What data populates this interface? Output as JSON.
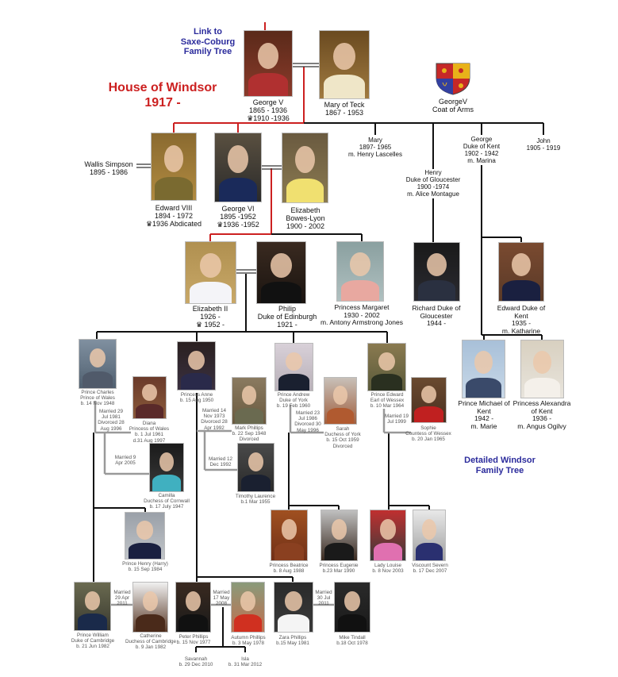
{
  "header": {
    "link_saxe_coburg": "Link to\nSaxe-Coburg\nFamily Tree",
    "title": "House of Windsor\n1917 -",
    "coat_of_arms_caption": "GeorgeV\nCoat of Arms",
    "link_detailed": "Detailed Windsor\nFamily Tree"
  },
  "colors": {
    "royal_line": "#cc2020",
    "line": "#111111",
    "marriage_line": "#999999",
    "link": "#2b2b9c"
  },
  "people": {
    "george_v": "George V\n1865 - 1936\n♛1910 -1936",
    "mary_of_teck": "Mary of Teck\n1867 - 1953",
    "wallis": "Wallis Simpson\n1895 - 1986",
    "edward_viii": "Edward VIII\n1894 - 1972\n♛1936 Abdicated",
    "george_vi": "George VI\n1895 -1952\n♛1936 -1952",
    "bowes_lyon": "Elizabeth\nBowes-Lyon\n1900 - 2002",
    "mary": "Mary\n1897- 1965\nm. Henry Lascelles",
    "henry": "Henry\nDuke of Gloucester\n1900 -1974\nm. Alice Montague",
    "george_kent": "George\nDuke of Kent\n1902 - 1942\nm. Marina",
    "john": "John\n1905 - 1919",
    "elizabeth_ii": "Elizabeth II\n1926 -\n♛ 1952 -",
    "philip": "Philip\nDuke of Edinburgh\n1921 -",
    "margaret": "Princess Margaret\n1930 - 2002\nm. Antony Armstrong Jones",
    "richard": "Richard Duke of\nGloucester\n1944 -",
    "edward_kent": "Edward Duke of\nKent\n1935 -\nm. Katharine",
    "michael": "Prince Michael of\nKent\n1942 -\nm. Marie",
    "alexandra": "Princess Alexandra\nof Kent\n1936 -\nm. Angus Ogilvy",
    "charles": "Prince Charles\nPrince of Wales\nb. 14 Nov 1948",
    "diana": "Diana\nPrincess of Wales\nb. 1 Jul 1961\nd.31 Aug 1997",
    "anne": "Princess Anne\nb. 15 Aug 1950",
    "mark": "Mark Phillips\nb. 22 Sep 1948\nDivorced",
    "camilla": "Camilla\nDuchess of Cornwall\nb. 17 July 1947",
    "timothy": "Timothy Laurence\nb.1 Mar 1955",
    "andrew": "Prince Andrew\nDuke of York\nb. 19 Feb 1960",
    "sarah": "Sarah\nDuchess of York\nb. 15 Oct 1959\nDivorced",
    "edward": "Prince Edward\nEarl of Wessex\nb. 10 Mar 1964",
    "sophie": "Sophie\nCountess of Wessex\nb. 20 Jan 1965",
    "harry": "Prince Henry (Harry)\nb. 15 Sep 1984",
    "beatrice": "Princess Beatrice\nb. 8 Aug 1988",
    "eugenie": "Princess Eugenie\nb.23 Mar 1990",
    "louise": "Lady Louise\nb. 8 Nov 2003",
    "severn": "Viscount Severn\nb. 17 Dec 2007",
    "william": "Prince William\nDuke of Cambridge\nb. 21 Jun 1982",
    "catherine": "Catherine\nDuchess of Cambridge\nb. 9 Jan 1982",
    "peter": "Peter Phillips\nb. 15 Nov 1977",
    "autumn": "Autumn Phillips\nb. 3 May 1978",
    "zara": "Zara Phillips\nb.15 May 1981",
    "mike": "Mike Tindall\nb.18 Oct 1978",
    "savannah": "Savannah\nb. 29 Dec 2010",
    "isla": "Isla\nb. 31 Mar 2012"
  },
  "marriages": {
    "charles_diana": "Married 29\nJul 1981\nDivorced 28\nAug 1996",
    "charles_camilla": "Married 9\nApr 2005",
    "anne_mark": "Married 14\nNov 1973\nDivorced 28\nApr 1992",
    "anne_timothy": "Married 12\nDec 1992",
    "andrew_sarah": "Married 23\nJul 1986\nDivorced 30\nMay 1996",
    "edward_sophie": "Married 19\nJul 1999",
    "william_catherine": "Married\n29 Apr\n2011",
    "peter_autumn": "Married\n17 May\n2008",
    "zara_mike": "Married\n30 Jul\n2011"
  }
}
